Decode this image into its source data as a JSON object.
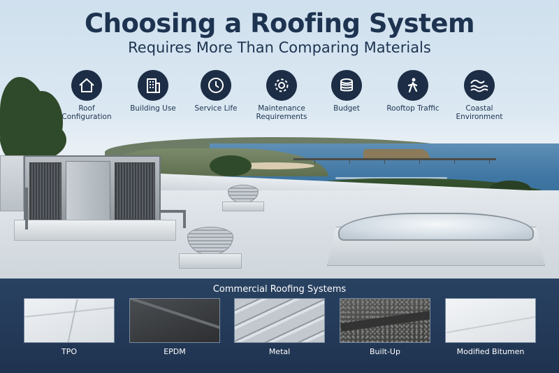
{
  "header": {
    "title": "Choosing a Roofing System",
    "subtitle": "Requires More Than Comparing Materials"
  },
  "factors": [
    {
      "icon": "house-icon",
      "label": "Roof Configuration"
    },
    {
      "icon": "building-icon",
      "label": "Building Use"
    },
    {
      "icon": "clock-icon",
      "label": "Service Life"
    },
    {
      "icon": "gear-icon",
      "label": "Maintenance Requirements"
    },
    {
      "icon": "budget-stack-icon",
      "label": "Budget"
    },
    {
      "icon": "walking-person-icon",
      "label": "Rooftop Traffic"
    },
    {
      "icon": "waves-icon",
      "label": "Coastal Environment"
    }
  ],
  "panel": {
    "title": "Commercial Roofing Systems",
    "systems": [
      {
        "name": "TPO"
      },
      {
        "name": "EPDM"
      },
      {
        "name": "Metal"
      },
      {
        "name": "Built-Up"
      },
      {
        "name": "Modified Bitumen"
      }
    ]
  },
  "colors": {
    "title_navy": "#1d3350",
    "icon_circle": "#1c2d45",
    "panel_bg": "#294261",
    "panel_text": "#ffffff"
  }
}
